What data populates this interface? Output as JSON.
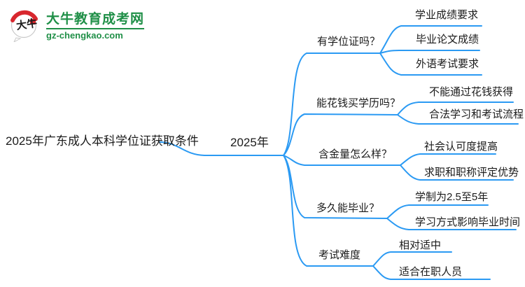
{
  "brand": {
    "title": "大牛教育成考网",
    "domain": "gz-chengkao.com",
    "icon": "daniu-speech-bubble-logo",
    "icon_text": "大牛",
    "colors": {
      "green": "#1f8f47",
      "red": "#d8272e"
    }
  },
  "mindmap": {
    "line_color": "#2b9af3",
    "text_color": "#1b1b1b",
    "root_label": "2025年广东成人本科学位证获取条件",
    "center_label": "2025年",
    "branches": [
      {
        "label": "有学位证吗？",
        "children": [
          "学业成绩要求",
          "毕业论文成绩",
          "外语考试要求"
        ]
      },
      {
        "label": "能花钱买学历吗？",
        "children": [
          "不能通过花钱获得",
          "合法学习和考试流程"
        ]
      },
      {
        "label": "含金量怎么样？",
        "children": [
          "社会认可度提高",
          "求职和职称评定优势"
        ]
      },
      {
        "label": "多久能毕业？",
        "children": [
          "学制为2.5至5年",
          "学习方式影响毕业时间"
        ]
      },
      {
        "label": "考试难度",
        "children": [
          "相对适中",
          "适合在职人员"
        ]
      }
    ]
  }
}
